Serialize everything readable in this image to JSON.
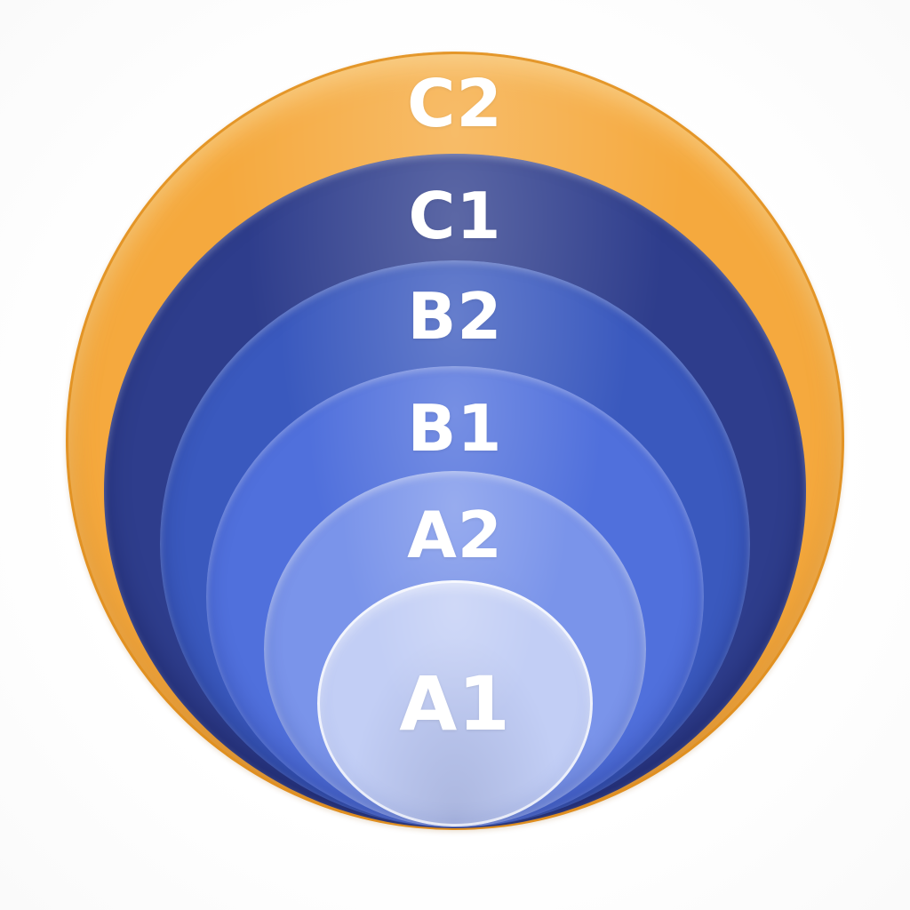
{
  "diagram": {
    "type": "nested-circles",
    "description_visible_text_only": true
  },
  "levels": [
    {
      "label": "C2",
      "color": "#F5A93E"
    },
    {
      "label": "C1",
      "color": "#2E3D8C"
    },
    {
      "label": "B2",
      "color": "#3A59BE"
    },
    {
      "label": "B1",
      "color": "#5070DC"
    },
    {
      "label": "A2",
      "color": "#7A94EA"
    },
    {
      "label": "A1",
      "color": "#C2CEF5"
    }
  ],
  "text_color": "#FFFFFF",
  "background_color": "#FDFDFD",
  "accent_rim_color": "#E08E1C"
}
